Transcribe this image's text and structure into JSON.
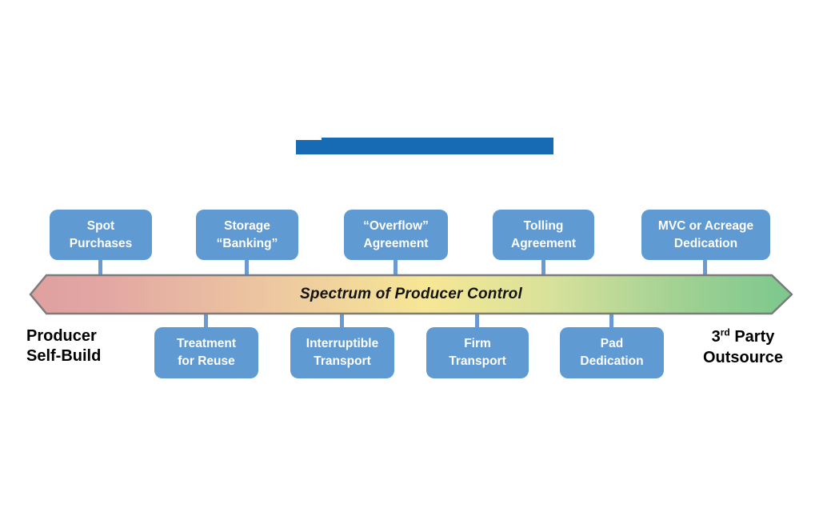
{
  "title_bar": {
    "color": "#176BB4"
  },
  "spectrum": {
    "label": "Spectrum of Producer Control",
    "gradient_left": "#DFA0A0",
    "gradient_middle": "#F6E795",
    "gradient_right": "#7BC78D",
    "border_color": "#7B7B7B",
    "left_endpoint": {
      "label": "Producer\nSelf-Build"
    },
    "right_endpoint": {
      "num": "3",
      "ordinal": "rd",
      "after": " Party",
      "line2": "Outsource"
    }
  },
  "box_color": "#5F9AD3",
  "connector_color": "#6B9AD2",
  "top_boxes": [
    {
      "label": "Spot\nPurchases"
    },
    {
      "label": "Storage\n“Banking”"
    },
    {
      "label": "“Overflow”\nAgreement"
    },
    {
      "label": "Tolling\nAgreement"
    },
    {
      "label": "MVC or Acreage\nDedication"
    }
  ],
  "bottom_boxes": [
    {
      "label": "Treatment\nfor Reuse"
    },
    {
      "label": "Interruptible\nTransport"
    },
    {
      "label": "Firm\nTransport"
    },
    {
      "label": "Pad\nDedication"
    }
  ]
}
